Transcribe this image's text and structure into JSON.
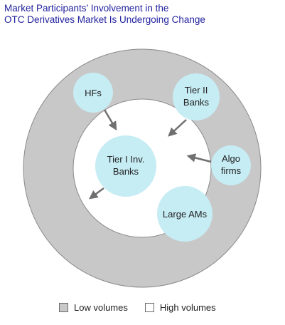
{
  "title": {
    "line1": "Market Participants’ Involvement in the",
    "line2": "OTC Derivatives Market Is Undergoing Change"
  },
  "colors": {
    "title": "#1f1f9f",
    "low_volume_ring": "#c8c8c8",
    "high_volume_core": "#ffffff",
    "bubble_fill": "#c6ecf4",
    "arrow": "#707070"
  },
  "bubbles": {
    "hfs": {
      "line1": "HFs"
    },
    "tier2": {
      "line1": "Tier II",
      "line2": "Banks"
    },
    "tier1": {
      "line1": "Tier I Inv.",
      "line2": "Banks"
    },
    "algo": {
      "line1": "Algo",
      "line2": "firms"
    },
    "large_ams": {
      "line1": "Large AMs"
    }
  },
  "legend": {
    "low": "Low volumes",
    "high": "High volumes"
  }
}
